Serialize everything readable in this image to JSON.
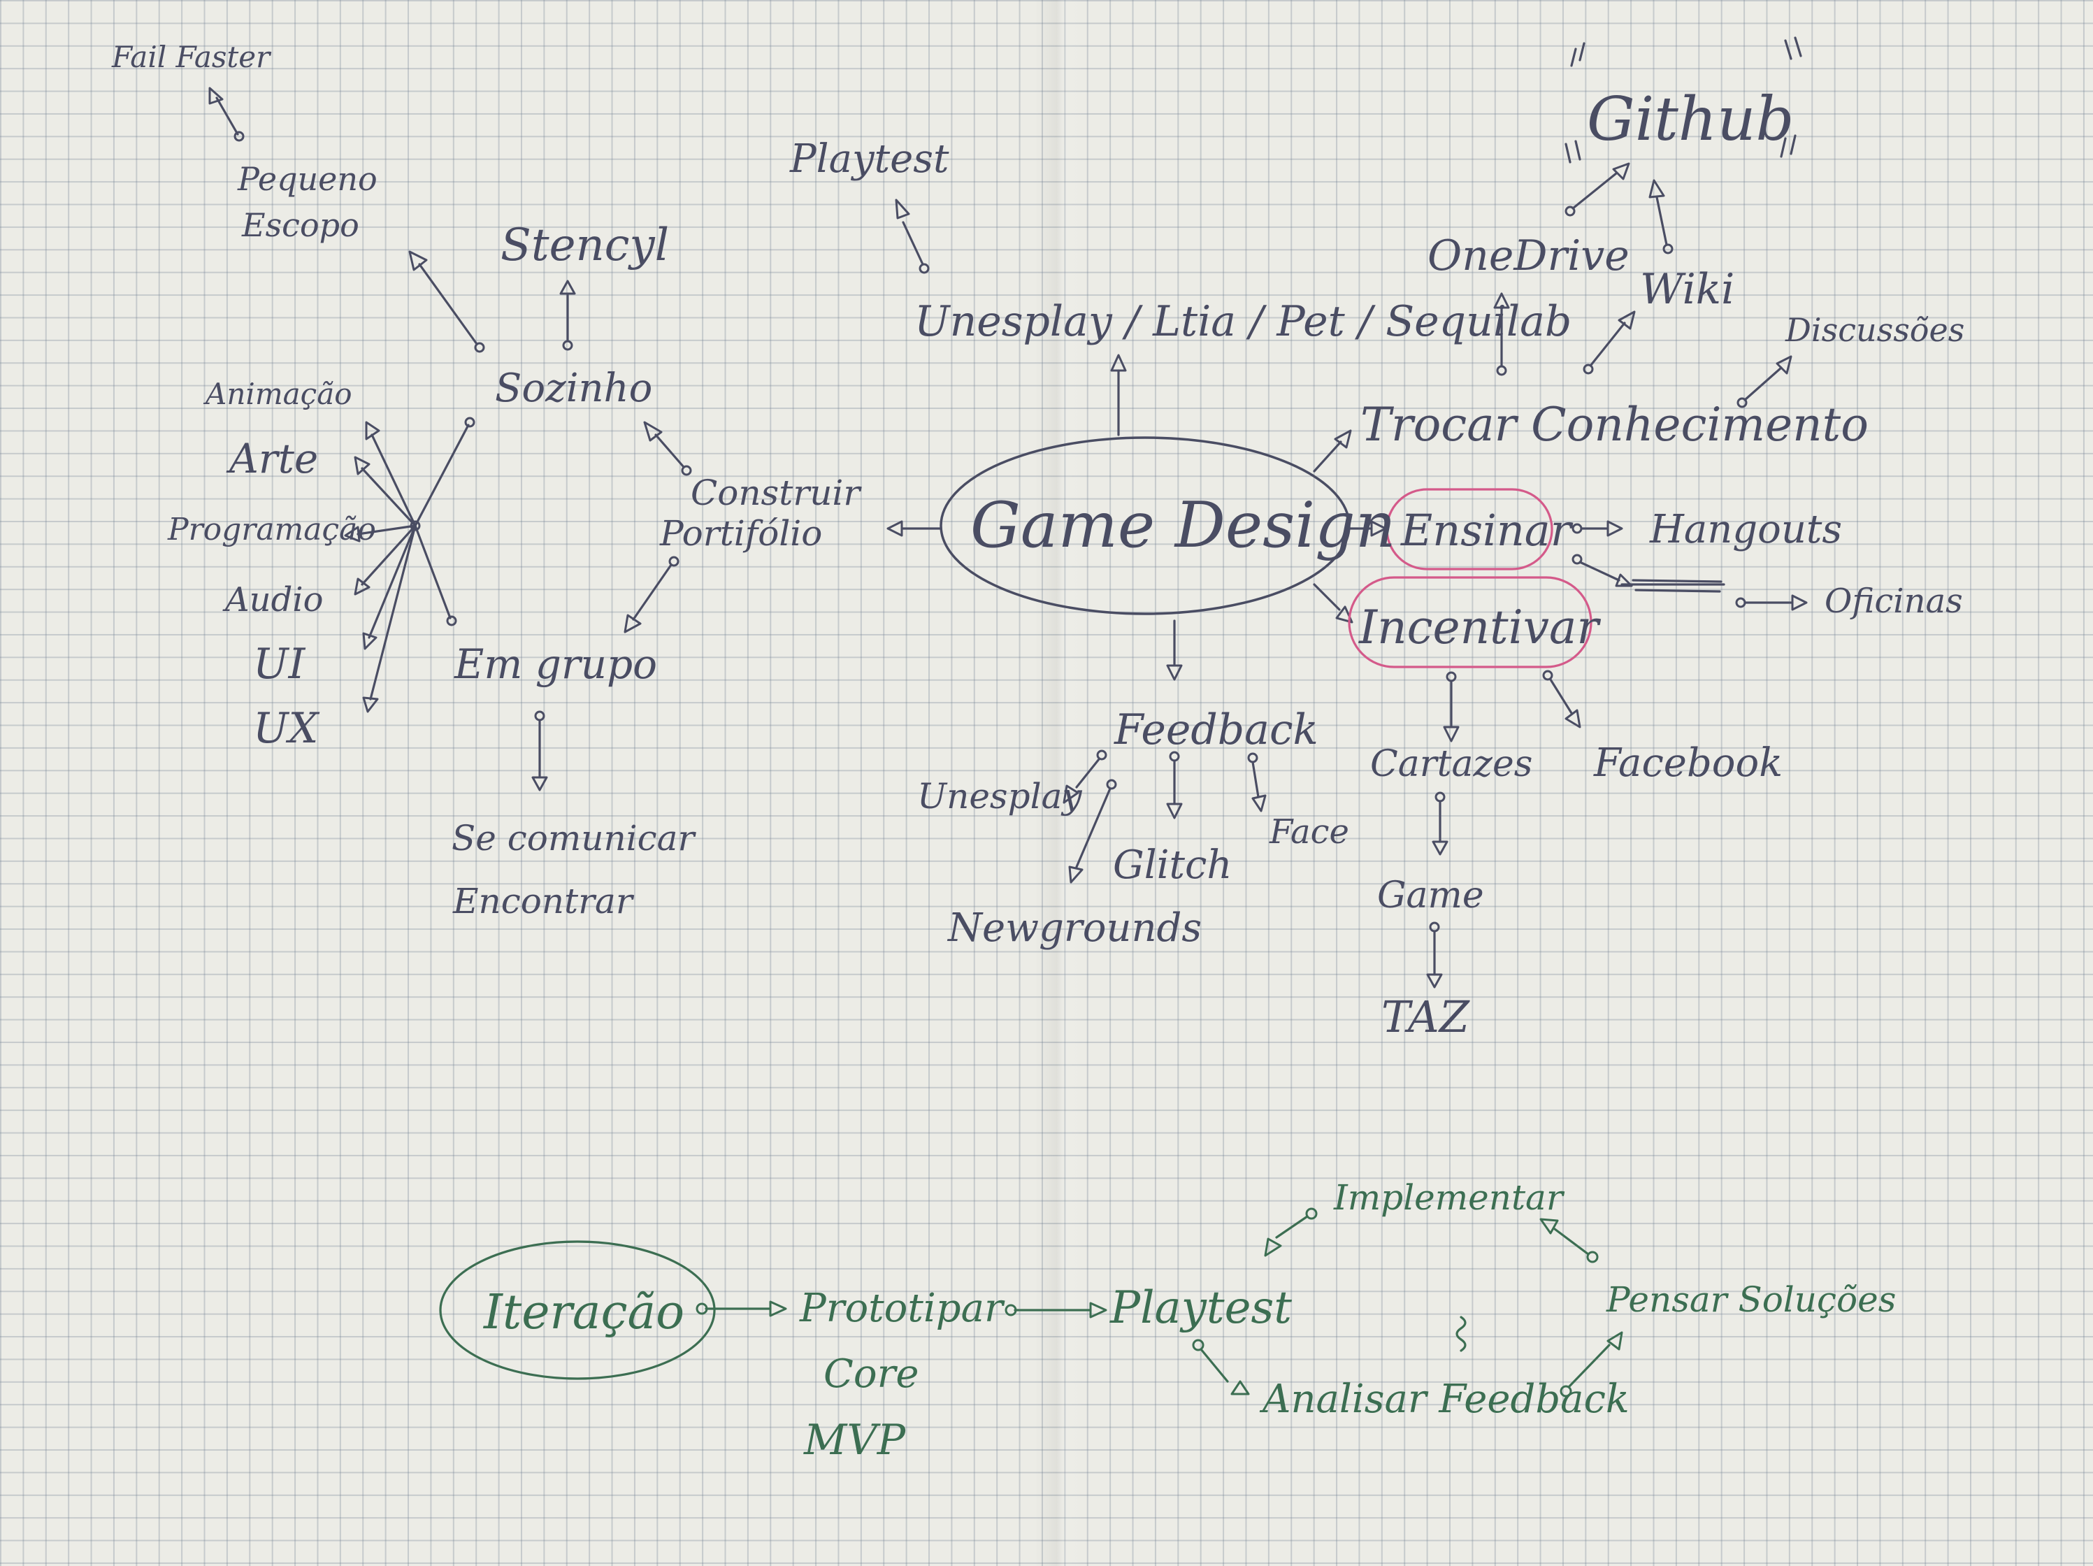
{
  "center": "Game Design",
  "left": {
    "fail_faster": "Fail Faster",
    "pequeno": "Pequeno",
    "escopo": "Escopo",
    "stencyl": "Stencyl",
    "sozinho": "Sozinho",
    "construir": "Construir",
    "portifolio": "Portifólio",
    "em_grupo": "Em grupo",
    "se_comunicar": "Se comunicar",
    "encontrar": "Encontrar",
    "skills": [
      "Animação",
      "Arte",
      "Programação",
      "Audio",
      "UI",
      "UX"
    ]
  },
  "top": {
    "playtest": "Playtest",
    "labs": "Unesplay / Ltia / Pet / Sequilab"
  },
  "right": {
    "github": "Github",
    "quote_open": "“",
    "quote_close": "”",
    "onedrive": "OneDrive",
    "wiki": "Wiki",
    "discussoes": "Discussões",
    "trocar": "Trocar Conhecimento",
    "ensinar": "Ensinar",
    "hangouts": "Hangouts",
    "oficinas": "Oficinas",
    "incentivar": "Incentivar",
    "cartazes": "Cartazes",
    "facebook": "Facebook",
    "game": "Game",
    "taz": "TAZ"
  },
  "feedback": {
    "label": "Feedback",
    "unesplay": "Unesplay",
    "glitch": "Glitch",
    "face": "Face",
    "newgrounds": "Newgrounds"
  },
  "iteracao": {
    "title": "Iteração",
    "prototipar": "Prototipar",
    "core": "Core",
    "mvp": "MVP",
    "playtest": "Playtest",
    "implementar": "Implementar",
    "pensar": "Pensar Soluções",
    "analisar": "Analisar Feedback"
  },
  "colors": {
    "blue_ink": "#4a4d63",
    "green_ink": "#3c6e52",
    "pink_ink": "#d45a8a",
    "paper": "#ecece6"
  }
}
